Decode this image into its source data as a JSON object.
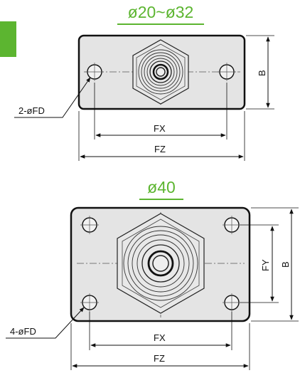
{
  "accent_color": "#5cb530",
  "top": {
    "title": "ø20~ø32",
    "hole_label": "2-øFD",
    "dim_fx": "FX",
    "dim_fz": "FZ",
    "dim_b": "B"
  },
  "bottom": {
    "title": "ø40",
    "hole_label": "4-øFD",
    "dim_fx": "FX",
    "dim_fz": "FZ",
    "dim_fy": "FY",
    "dim_b": "B"
  }
}
